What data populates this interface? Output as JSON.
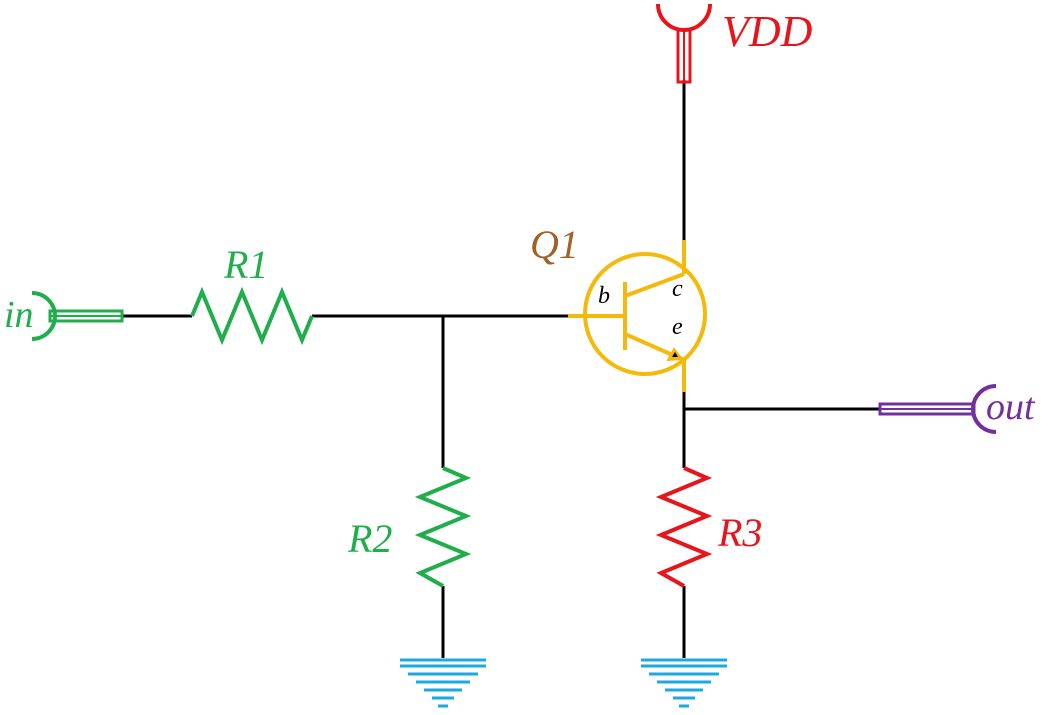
{
  "labels": {
    "vdd": "VDD",
    "in": "in",
    "out": "out",
    "r1": "R1",
    "r2": "R2",
    "r3": "R3",
    "q1": "Q1",
    "base": "b",
    "collector": "c",
    "emitter": "e"
  },
  "colors": {
    "wire": "#000000",
    "vdd": "#e8141b",
    "input": "#1fae4b",
    "output": "#7030a0",
    "transistor": "#f5b90c",
    "q1_label": "#a0612a",
    "r1": "#1fae4b",
    "r2": "#1fae4b",
    "r3": "#e8141b",
    "ground": "#1ba9e0",
    "terminal_text": "#000000"
  }
}
